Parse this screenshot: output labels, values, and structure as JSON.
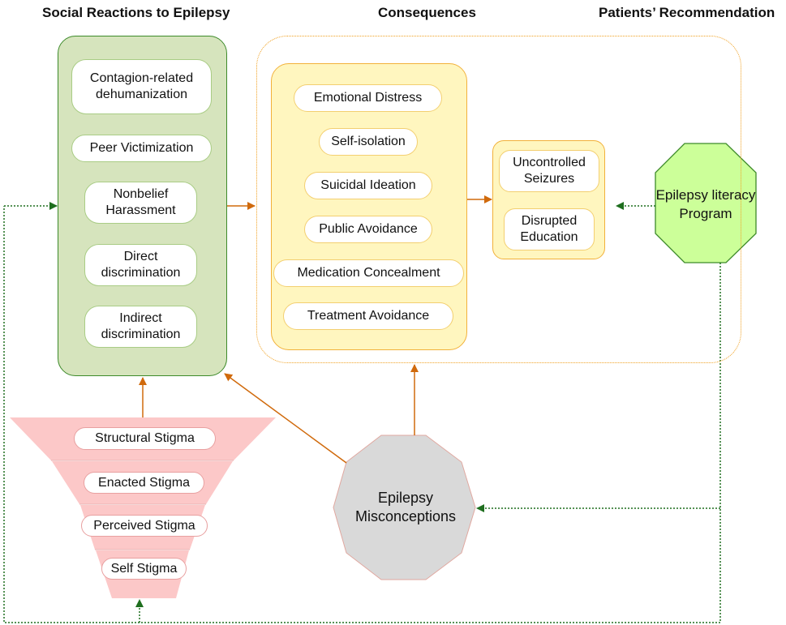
{
  "headings": {
    "social_reactions": "Social Reactions to Epilepsy",
    "consequences": "Consequences",
    "patients_recommendation": "Patients’ Recommendation"
  },
  "social_reactions": {
    "items": [
      {
        "line1": "Contagion-related",
        "line2": "dehumanization"
      },
      {
        "line1": "Peer Victimization",
        "line2": ""
      },
      {
        "line1": "Nonbelief",
        "line2": "Harassment"
      },
      {
        "line1": "Direct",
        "line2": "discrimination"
      },
      {
        "line1": "Indirect",
        "line2": "discrimination"
      }
    ]
  },
  "consequences": {
    "primary": [
      "Emotional Distress",
      "Self-isolation",
      "Suicidal Ideation",
      "Public Avoidance",
      "Medication Concealment",
      "Treatment Avoidance"
    ],
    "secondary": [
      {
        "line1": "Uncontrolled",
        "line2": "Seizures"
      },
      {
        "line1": "Disrupted",
        "line2": "Education"
      }
    ]
  },
  "stigma_funnel": {
    "levels": [
      "Structural Stigma",
      "Enacted Stigma",
      "Perceived Stigma",
      "Self Stigma"
    ]
  },
  "misconceptions": {
    "line1": "Epilepsy",
    "line2": "Misconceptions"
  },
  "recommendation": {
    "line1": "Epilepsy literacy",
    "line2": "Program"
  },
  "colors": {
    "green_fill": "#d6e4bd",
    "green_border": "#3d8a2a",
    "yellow_fill": "#fff6bf",
    "yellow_border": "#f2b13a",
    "funnel_fill": "#fcc8c8",
    "misconception_fill": "#d9d9d9",
    "program_fill": "#ccff99",
    "orange_arrow": "#d06a0c",
    "green_arrow": "#1e6e1e"
  }
}
